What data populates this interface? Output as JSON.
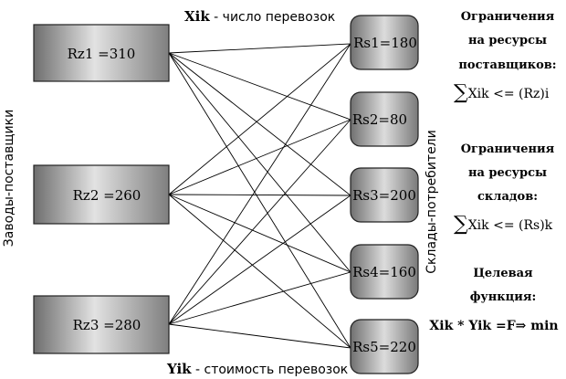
{
  "top_caption": {
    "var": "Xik",
    "text": " - число перевозок"
  },
  "bottom_caption": {
    "var": "Yik",
    "text": " - стоимость перевозок"
  },
  "left_side_label": "Заводы-поставщики",
  "right_side_label": "Склады-потребители",
  "suppliers": [
    {
      "label": "Rz1 =310"
    },
    {
      "label": "Rz2 =260"
    },
    {
      "label": "Rz3 =280"
    }
  ],
  "warehouses": [
    {
      "label": "Rs1=180"
    },
    {
      "label": "Rs2=80"
    },
    {
      "label": "Rs3=200"
    },
    {
      "label": "Rs4=160"
    },
    {
      "label": "Rs5=220"
    }
  ],
  "constraints": {
    "suppliers": {
      "heading": [
        "Ограничения",
        "на ресурсы",
        "поставщиков:"
      ],
      "sigma": "∑",
      "formula": "Xik <= (Rz)i"
    },
    "warehouses": {
      "heading": [
        "Ограничения",
        "на ресурсы",
        "складов:"
      ],
      "sigma": "∑",
      "formula": "Xik <= (Rs)k"
    }
  },
  "objective": {
    "heading": [
      "Целевая",
      "функция:"
    ],
    "formula": "Xik * Yik =F⇒ min"
  },
  "colors": {
    "box_light": "#d8d8d8",
    "box_dark": "#7a7a7a",
    "line": "#000000"
  }
}
